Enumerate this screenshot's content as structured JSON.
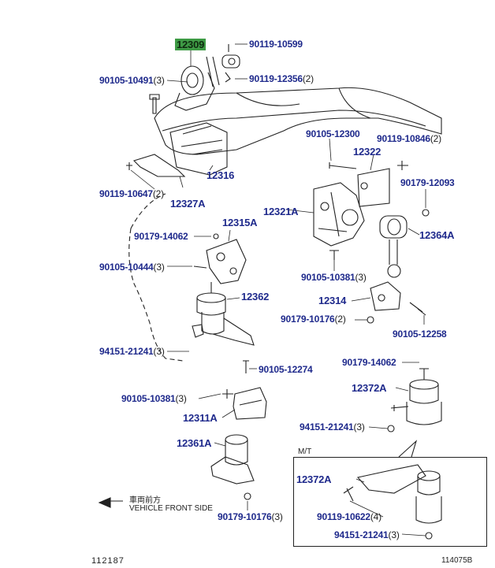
{
  "diagram": {
    "parts": [
      {
        "id": "12309",
        "qty": ""
      },
      {
        "id": "90119-10599",
        "qty": ""
      },
      {
        "id": "90119-12356",
        "qty": "(2)"
      },
      {
        "id": "90105-10491",
        "qty": "(3)"
      },
      {
        "id": "90105-12300",
        "qty": ""
      },
      {
        "id": "90119-10846",
        "qty": "(2)"
      },
      {
        "id": "12322",
        "qty": ""
      },
      {
        "id": "12316",
        "qty": ""
      },
      {
        "id": "90119-10647",
        "qty": "(2)"
      },
      {
        "id": "12327A",
        "qty": ""
      },
      {
        "id": "90179-12093",
        "qty": ""
      },
      {
        "id": "12321A",
        "qty": ""
      },
      {
        "id": "12315A",
        "qty": ""
      },
      {
        "id": "90179-14062",
        "qty": ""
      },
      {
        "id": "12364A",
        "qty": ""
      },
      {
        "id": "90105-10444",
        "qty": "(3)"
      },
      {
        "id": "90105-10381",
        "qty": "(3)"
      },
      {
        "id": "12362",
        "qty": ""
      },
      {
        "id": "12314",
        "qty": ""
      },
      {
        "id": "90179-10176",
        "qty": "(2)"
      },
      {
        "id": "90105-12258",
        "qty": ""
      },
      {
        "id": "94151-21241",
        "qty": "(3)"
      },
      {
        "id": "90105-12274",
        "qty": ""
      },
      {
        "id": "90179-14062",
        "qty": ""
      },
      {
        "id": "12372A",
        "qty": ""
      },
      {
        "id": "90105-10381",
        "qty": "(3)"
      },
      {
        "id": "12311A",
        "qty": ""
      },
      {
        "id": "94151-21241",
        "qty": "(3)"
      },
      {
        "id": "12361A",
        "qty": ""
      },
      {
        "id": "12372A",
        "qty": ""
      },
      {
        "id": "90119-10622",
        "qty": "(4)"
      },
      {
        "id": "90179-10176",
        "qty": "(3)"
      },
      {
        "id": "94151-21241",
        "qty": "(3)"
      }
    ],
    "mt_label": "M/T",
    "direction_jp": "車両前方",
    "direction_en": "VEHICLE FRONT SIDE",
    "code_left": "112187",
    "code_right": "114075B",
    "colors": {
      "label": "#1f2a8c",
      "highlight": "#3e9b45"
    }
  }
}
